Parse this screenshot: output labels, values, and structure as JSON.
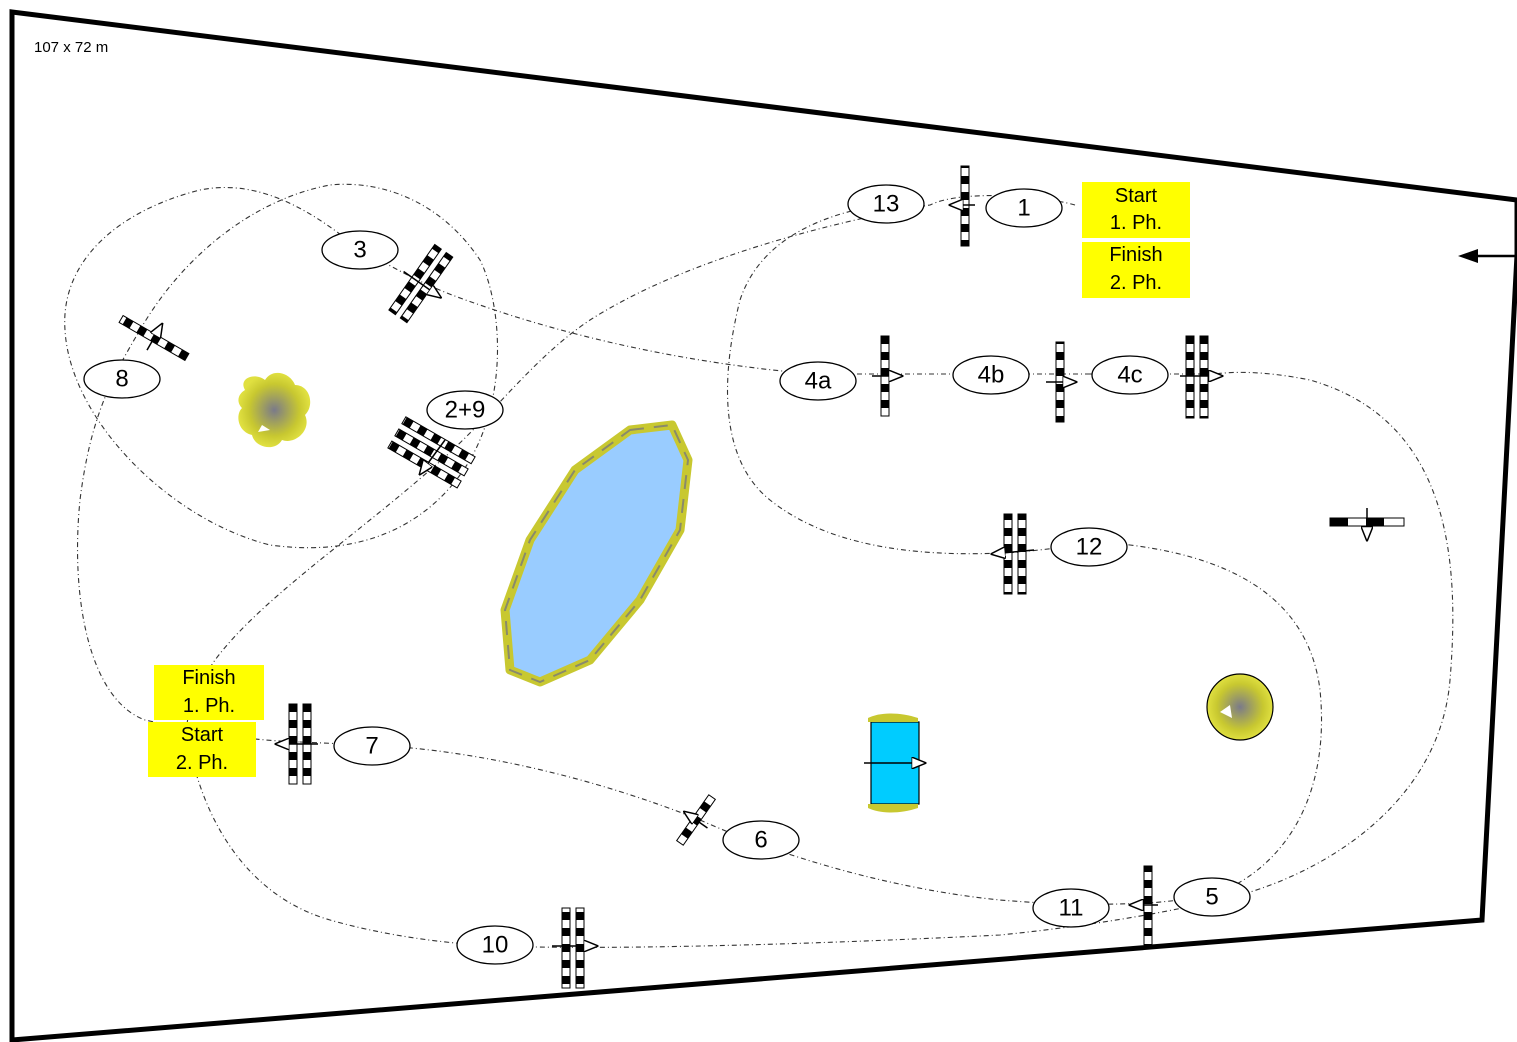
{
  "arena": {
    "size_label": "107 x 72 m",
    "entry_arrow": "arrow-left-icon"
  },
  "jumps": [
    {
      "id": "j1",
      "label": "1"
    },
    {
      "id": "j2",
      "label": "2+9"
    },
    {
      "id": "j3",
      "label": "3"
    },
    {
      "id": "j4a",
      "label": "4a"
    },
    {
      "id": "j4b",
      "label": "4b"
    },
    {
      "id": "j4c",
      "label": "4c"
    },
    {
      "id": "j5",
      "label": "5"
    },
    {
      "id": "j6",
      "label": "6"
    },
    {
      "id": "j7",
      "label": "7"
    },
    {
      "id": "j8",
      "label": "8"
    },
    {
      "id": "j10",
      "label": "10"
    },
    {
      "id": "j11",
      "label": "11"
    },
    {
      "id": "j12",
      "label": "12"
    },
    {
      "id": "j13",
      "label": "13"
    }
  ],
  "signs": {
    "start_phase1": {
      "line1": "Start",
      "line2": "1. Ph."
    },
    "finish_phase2": {
      "line1": "Finish",
      "line2": "2. Ph."
    },
    "finish_phase1": {
      "line1": "Finish",
      "line2": "1. Ph."
    },
    "start_phase2": {
      "line1": "Start",
      "line2": "2. Ph."
    }
  },
  "colors": {
    "sign": "#ffff00",
    "water": "#99ccff",
    "water_jump": "#00ccff",
    "tree": "#cccc33",
    "rail_dark": "#000000",
    "rail_light": "#ffffff"
  },
  "decor": [
    "tree-icon",
    "tree-icon",
    "water-pond",
    "water-jump"
  ]
}
